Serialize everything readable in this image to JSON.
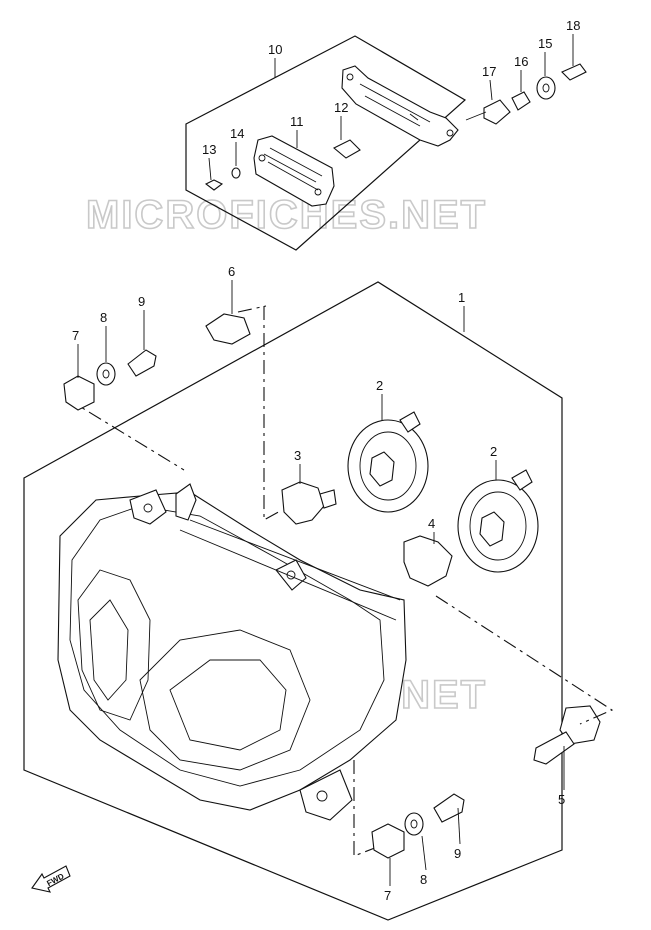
{
  "diagram": {
    "watermark_text": "MICROFICHES.NET",
    "fwd_label": "FWD",
    "callouts": [
      {
        "id": "c10",
        "label": "10"
      },
      {
        "id": "c11",
        "label": "11"
      },
      {
        "id": "c12",
        "label": "12"
      },
      {
        "id": "c13",
        "label": "13"
      },
      {
        "id": "c14",
        "label": "14"
      },
      {
        "id": "c15",
        "label": "15"
      },
      {
        "id": "c16",
        "label": "16"
      },
      {
        "id": "c17",
        "label": "17"
      },
      {
        "id": "c18",
        "label": "18"
      },
      {
        "id": "c1",
        "label": "1"
      },
      {
        "id": "c6",
        "label": "6"
      },
      {
        "id": "c7a",
        "label": "7"
      },
      {
        "id": "c8a",
        "label": "8"
      },
      {
        "id": "c9a",
        "label": "9"
      },
      {
        "id": "c2a",
        "label": "2"
      },
      {
        "id": "c2b",
        "label": "2"
      },
      {
        "id": "c3",
        "label": "3"
      },
      {
        "id": "c4",
        "label": "4"
      },
      {
        "id": "c5",
        "label": "5"
      },
      {
        "id": "c9b",
        "label": "9"
      },
      {
        "id": "c7b",
        "label": "7"
      },
      {
        "id": "c8b",
        "label": "8"
      }
    ]
  }
}
